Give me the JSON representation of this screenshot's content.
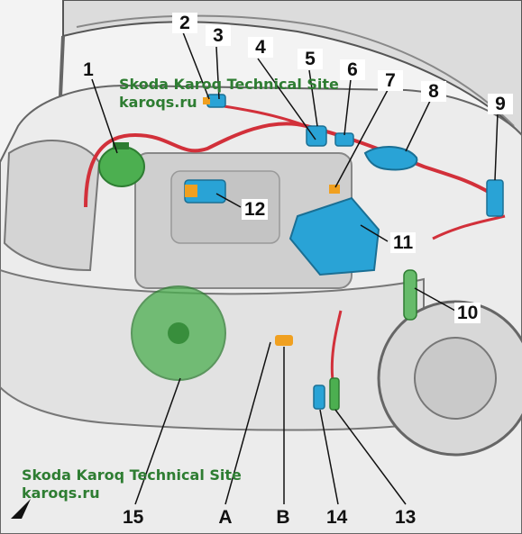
{
  "watermark_top": {
    "line1": "Skoda Karoq Technical Site",
    "line2": "karoqs.ru"
  },
  "watermark_bottom": {
    "line1": "Skoda Karoq Technical Site",
    "line2": "karoqs.ru"
  },
  "callouts": {
    "c1": "1",
    "c2": "2",
    "c3": "3",
    "c4": "4",
    "c5": "5",
    "c6": "6",
    "c7": "7",
    "c8": "8",
    "c9": "9",
    "c10": "10",
    "c11": "11",
    "c12": "12",
    "c13": "13",
    "c14": "14",
    "c15": "15",
    "cA": "A",
    "cB": "B"
  },
  "colors": {
    "highlight_green": "#4caf50",
    "highlight_blue": "#29a3d6",
    "highlight_orange": "#f0a020",
    "wiring_red": "#d2303a",
    "watermark_green": "#2e7d32"
  },
  "icons": {
    "nav": "navigation-arrow-icon"
  }
}
